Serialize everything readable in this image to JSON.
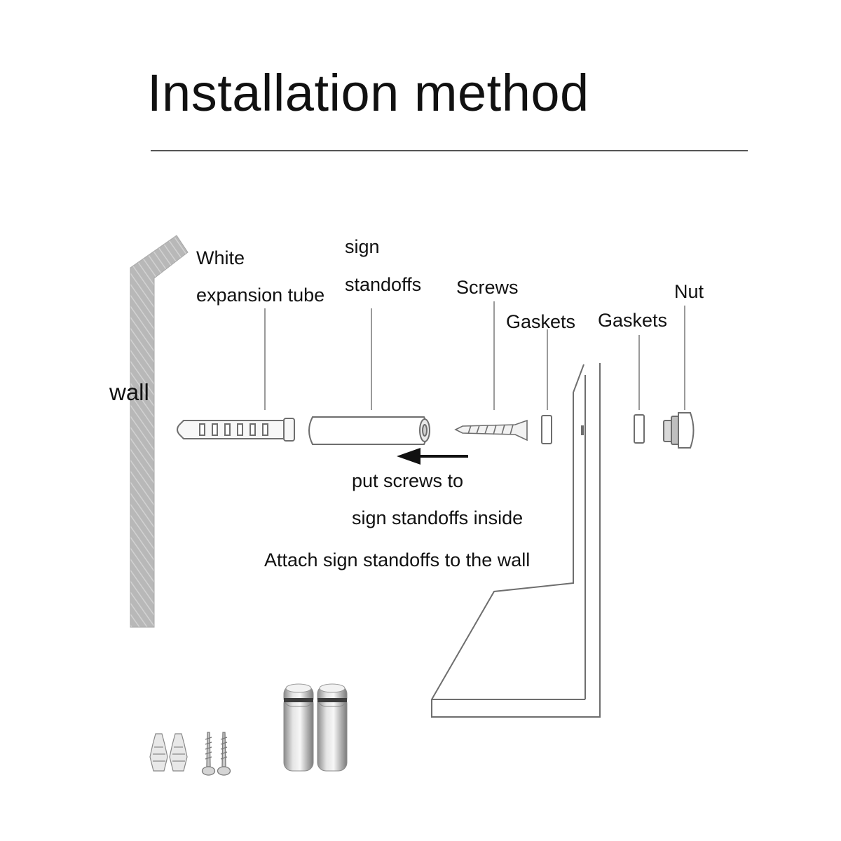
{
  "title": "Installation method",
  "labels": {
    "wall": "wall",
    "expansion_tube_line1": "White",
    "expansion_tube_line2": "expansion tube",
    "standoffs_line1": "sign",
    "standoffs_line2": "standoffs",
    "screws": "Screws",
    "gaskets_left": "Gaskets",
    "gaskets_right": "Gaskets",
    "nut": "Nut",
    "instruction_line1": "put screws to",
    "instruction_line2": "sign standoffs inside",
    "instruction_line3": "Attach sign standoffs to the wall"
  },
  "colors": {
    "wall_fill": "#b5b5b5",
    "leader_line": "#9a9a9a",
    "outline": "#6e6e6e",
    "text": "#111111"
  }
}
